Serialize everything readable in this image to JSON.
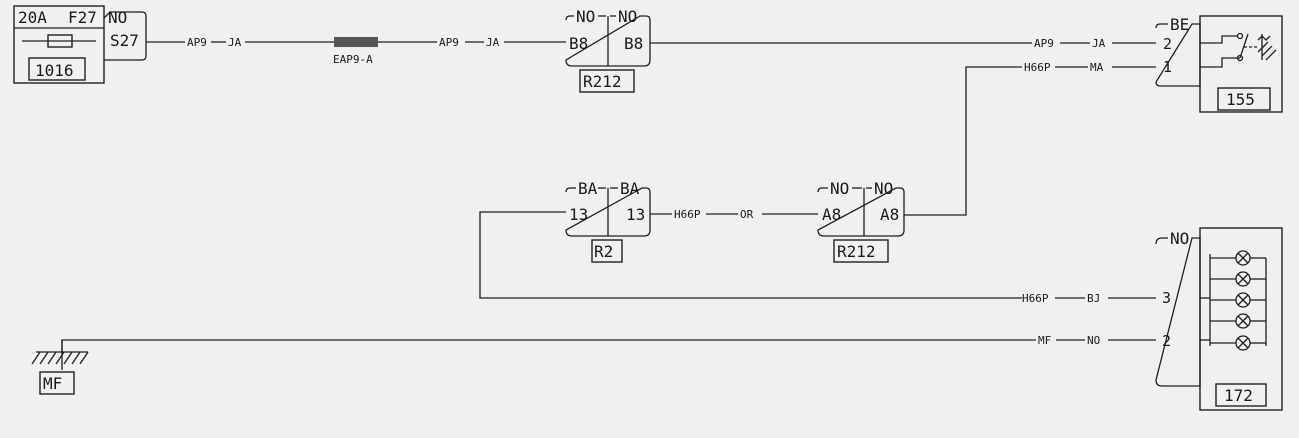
{
  "components": {
    "fuse_box": {
      "id": "1016",
      "fuse_rating": "20A",
      "fuse_code": "F27",
      "connector_color": "NO",
      "terminal": "S27"
    },
    "in_line_splice": {
      "label": "EAP9-A"
    },
    "conn_r212_top": {
      "id": "R212",
      "color_left": "NO",
      "color_right": "NO",
      "pin_left": "B8",
      "pin_right": "B8"
    },
    "conn_r2": {
      "id": "R2",
      "color_left": "BA",
      "color_right": "BA",
      "pin_left": "13",
      "pin_right": "13"
    },
    "conn_r212_mid": {
      "id": "R212",
      "color_left": "NO",
      "color_right": "NO",
      "pin_left": "A8",
      "pin_right": "A8"
    },
    "switch_155": {
      "id": "155",
      "connector_color": "BE",
      "pin_top": "2",
      "pin_bottom": "1"
    },
    "lamp_172": {
      "id": "172",
      "connector_color": "NO",
      "pin_top": "3",
      "pin_bottom": "2"
    },
    "ground": {
      "id": "MF"
    }
  },
  "wires": {
    "w1": {
      "code": "AP9",
      "color": "JA"
    },
    "w2": {
      "code": "AP9",
      "color": "JA"
    },
    "w3": {
      "code": "AP9",
      "color": "JA"
    },
    "w4": {
      "code": "H66P",
      "color": "MA"
    },
    "w5": {
      "code": "H66P",
      "color": "OR"
    },
    "w6": {
      "code": "H66P",
      "color": "BJ"
    },
    "w7": {
      "code": "MF",
      "color": "NO"
    }
  },
  "colors": {
    "line": "#1f1f1f",
    "background": "#eef0f1",
    "splice": "#555555"
  }
}
